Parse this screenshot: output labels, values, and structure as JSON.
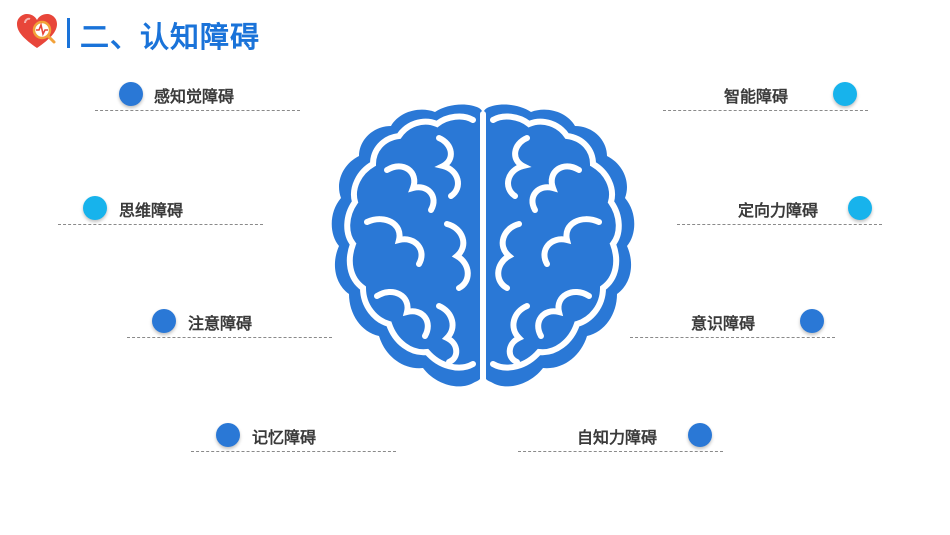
{
  "header": {
    "title": "二、认知障碍",
    "logo_icon": "heart-monitor-icon"
  },
  "center_icon": "brain-icon",
  "colors": {
    "blue": "#2a78d6",
    "cyan": "#17b3ec",
    "title": "#1a73d9"
  },
  "left_items": [
    {
      "label": "感知觉障碍",
      "color": "blue"
    },
    {
      "label": "思维障碍",
      "color": "cyan"
    },
    {
      "label": "注意障碍",
      "color": "blue"
    },
    {
      "label": "记忆障碍",
      "color": "blue"
    }
  ],
  "right_items": [
    {
      "label": "智能障碍",
      "color": "cyan"
    },
    {
      "label": "定向力障碍",
      "color": "cyan"
    },
    {
      "label": "意识障碍",
      "color": "blue"
    },
    {
      "label": "自知力障碍",
      "color": "blue"
    }
  ]
}
